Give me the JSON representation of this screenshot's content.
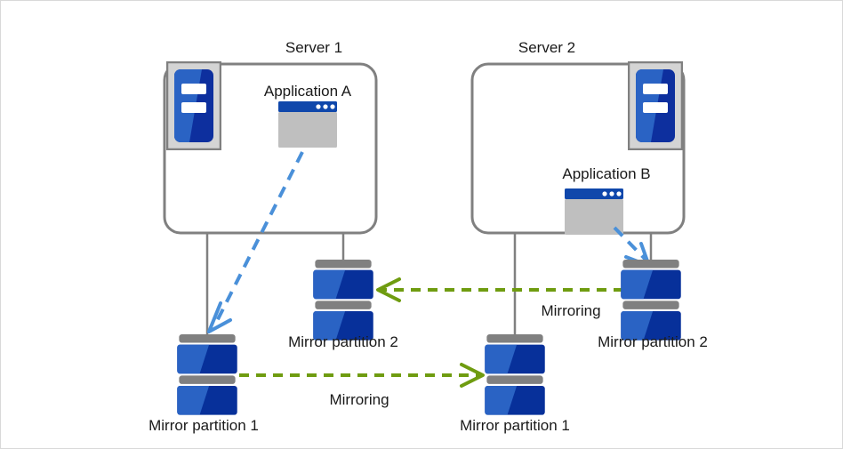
{
  "diagram": {
    "title_hidden": "",
    "servers": [
      {
        "id": "server-1",
        "label": "Server 1"
      },
      {
        "id": "server-2",
        "label": "Server 2"
      }
    ],
    "applications": [
      {
        "id": "application-a",
        "label": "Application  A"
      },
      {
        "id": "application-b",
        "label": "Application  B"
      }
    ],
    "disks": [
      {
        "id": "server1-mirror-partition-1",
        "label": "Mirror partition 1"
      },
      {
        "id": "server1-mirror-partition-2",
        "label": "Mirror partition 2"
      },
      {
        "id": "server2-mirror-partition-1",
        "label": "Mirror partition 1"
      },
      {
        "id": "server2-mirror-partition-2",
        "label": "Mirror partition 2"
      }
    ],
    "mirroring_labels": [
      {
        "id": "mirroring-upper",
        "label": "Mirroring"
      },
      {
        "id": "mirroring-lower",
        "label": "Mirroring"
      }
    ],
    "colors": {
      "server_box_border": "#808080",
      "connector_line": "#808080",
      "disk_bar": "#808080",
      "disk_blue_light": "#2a63c4",
      "disk_blue_dark": "#07309a",
      "server_icon_frame": "#d4d4d4",
      "server_icon_border": "#808080",
      "server_icon_blue_light": "#2a63c4",
      "server_icon_blue_dark": "#0d2f9e",
      "app_titlebar": "#0f47ab",
      "app_body": "#bfbfbf",
      "mirror_arrow_green": "#6f9c10",
      "data_arrow_blue": "#4a90d9",
      "text": "#1a1a1a",
      "canvas_border": "#d9d9d9",
      "background": "#ffffff"
    }
  }
}
